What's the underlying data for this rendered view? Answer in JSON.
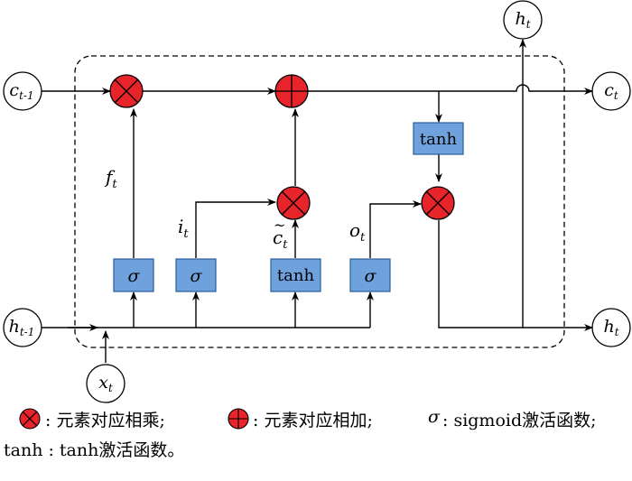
{
  "nodes": {
    "c_prev": {
      "base": "c",
      "sub": "t-1"
    },
    "c_out": {
      "base": "c",
      "sub": "t"
    },
    "h_prev": {
      "base": "h",
      "sub": "t-1"
    },
    "h_out_right": {
      "base": "h",
      "sub": "t"
    },
    "h_out_top": {
      "base": "h",
      "sub": "t"
    },
    "x_in": {
      "base": "x",
      "sub": "t"
    }
  },
  "gate_labels": {
    "forget": {
      "base": "f",
      "sub": "t"
    },
    "input": {
      "base": "i",
      "sub": "t"
    },
    "candidate": {
      "base": "c",
      "accent": "~",
      "sub": "t"
    },
    "output": {
      "base": "o",
      "sub": "t"
    }
  },
  "boxes": {
    "sigma_forget": "σ",
    "sigma_input": "σ",
    "tanh_candidate": "tanh",
    "sigma_output": "σ",
    "tanh_cell": "tanh"
  },
  "legend": {
    "line1": {
      "mult_desc": ": 元素对应相乘;",
      "add_desc": ": 元素对应相加;",
      "sigma_symbol": "σ",
      "sigma_desc": ": sigmoid激活函数;"
    },
    "line2": {
      "tanh_desc": "tanh : tanh激活函数。"
    }
  },
  "colors": {
    "operator_fill": "#e8242b",
    "box_fill": "#6fa1dc",
    "box_stroke": "#2b5e9a",
    "line": "#000000"
  }
}
